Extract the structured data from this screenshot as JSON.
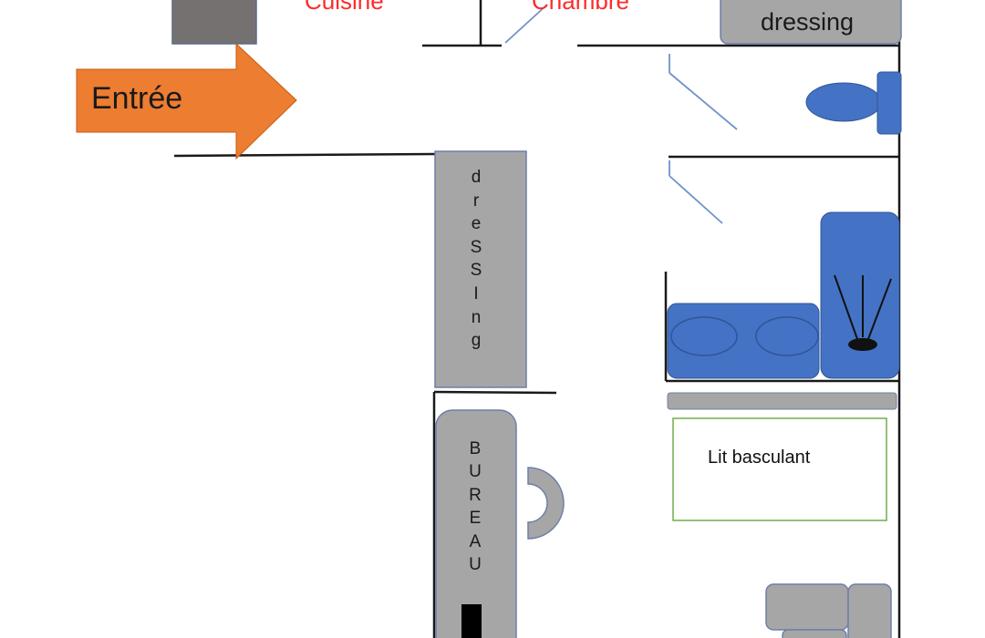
{
  "rooms": {
    "cuisine": "Cuisine",
    "chambre": "Chambre"
  },
  "entrance": {
    "label": "Entrée"
  },
  "dressing_top": {
    "label": "dressing"
  },
  "dressing_vertical": {
    "letters": [
      "d",
      "r",
      "e",
      "S",
      "S",
      "I",
      "n",
      "g"
    ]
  },
  "bureau": {
    "letters": [
      "B",
      "U",
      "R",
      "E",
      "A",
      "U"
    ]
  },
  "lit": {
    "label": "Lit basculant"
  },
  "colors": {
    "wall": "#1a1a1a",
    "door_swing": "#6f93c8",
    "furniture_gray": "#a6a6a6",
    "furniture_border": "#6d7fa8",
    "blue_fixture": "#4472c4",
    "blue_border": "#2f5597",
    "arrow": "#ed7d31",
    "room_label": "#ff2a2a",
    "bed_border": "#70ad47"
  }
}
